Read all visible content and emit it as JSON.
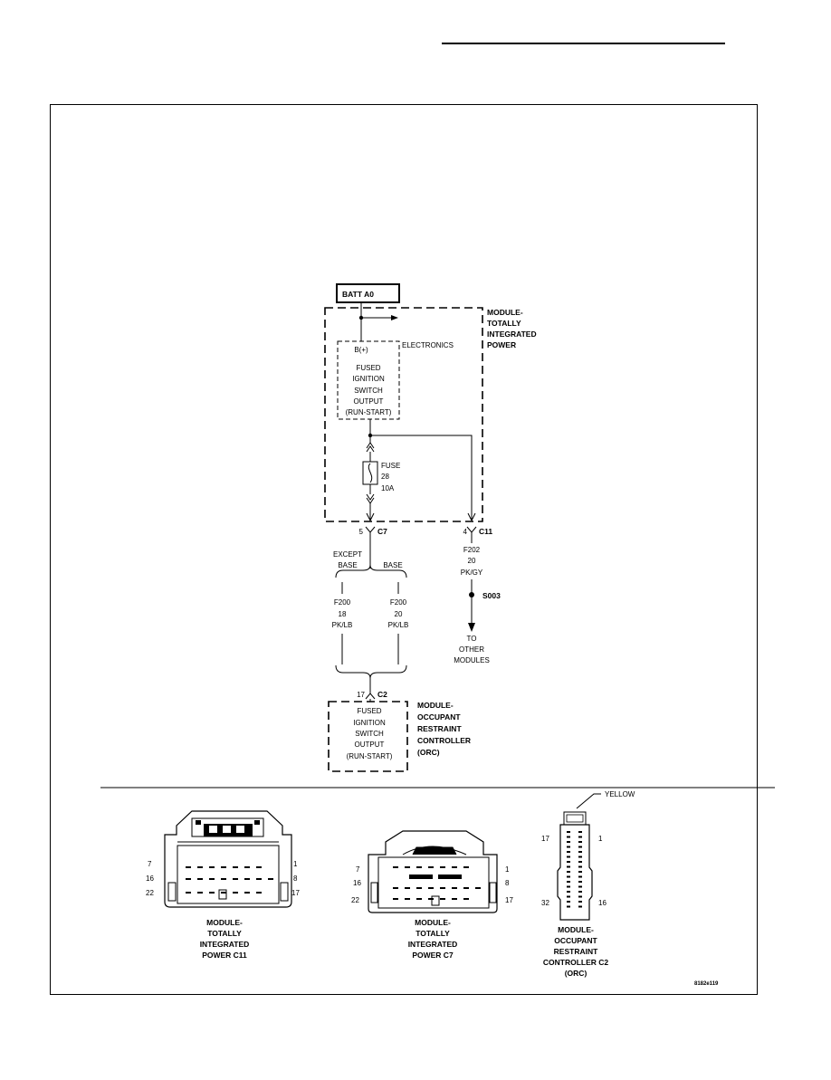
{
  "schematic": {
    "source_box": "BATT A0",
    "tipm_label": [
      "MODULE-",
      "TOTALLY",
      "INTEGRATED",
      "POWER"
    ],
    "electronics_label": "ELECTRONICS",
    "electronics_lines": [
      "B(+)",
      "FUSED",
      "IGNITION",
      "SWITCH",
      "OUTPUT",
      "(RUN-START)"
    ],
    "fuse_lines": [
      "FUSE",
      "28",
      "10A"
    ],
    "c7": {
      "pin": "5",
      "connector": "C7"
    },
    "c11": {
      "pin": "4",
      "connector": "C11"
    },
    "branch_left_label": [
      "EXCEPT",
      "BASE"
    ],
    "branch_right_label": "BASE",
    "wire_left": [
      "F200",
      "18",
      "PK/LB"
    ],
    "wire_right": [
      "F200",
      "20",
      "PK/LB"
    ],
    "wire_c11": [
      "F202",
      "20",
      "PK/GY"
    ],
    "splice": "S003",
    "to_other": [
      "TO",
      "OTHER",
      "MODULES"
    ],
    "c2": {
      "pin": "17",
      "connector": "C2"
    },
    "orc_lines": [
      "FUSED",
      "IGNITION",
      "SWITCH",
      "OUTPUT",
      "(RUN-START)"
    ],
    "orc_label": [
      "MODULE-",
      "OCCUPANT",
      "RESTRAINT",
      "CONTROLLER",
      "(ORC)"
    ]
  },
  "connectors": {
    "c11": {
      "pins": [
        "7",
        "16",
        "22",
        "1",
        "8",
        "17"
      ],
      "caption": [
        "MODULE-",
        "TOTALLY",
        "INTEGRATED",
        "POWER C11"
      ]
    },
    "c7": {
      "pins": [
        "7",
        "16",
        "22",
        "1",
        "8",
        "17"
      ],
      "caption": [
        "MODULE-",
        "TOTALLY",
        "INTEGRATED",
        "POWER C7"
      ]
    },
    "c2": {
      "pins": [
        "17",
        "32",
        "1",
        "16"
      ],
      "color": "YELLOW",
      "caption": [
        "MODULE-",
        "OCCUPANT",
        "RESTRAINT",
        "CONTROLLER C2",
        "(ORC)"
      ]
    }
  },
  "figure_id": "8182e119"
}
